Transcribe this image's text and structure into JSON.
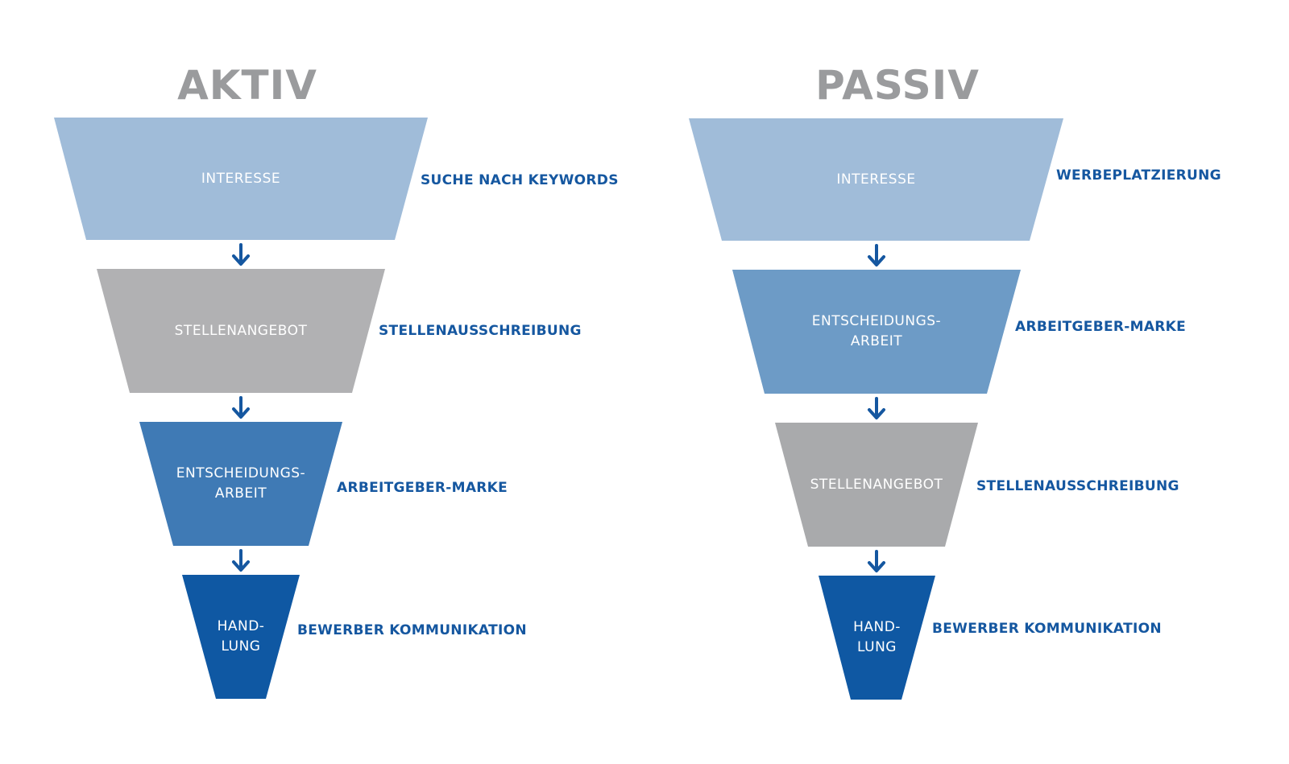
{
  "colors": {
    "light_blue": "#a0bcd9",
    "mid_blue": "#6d9bc6",
    "strong_blue": "#3f7ab5",
    "dark_blue": "#0f58a3",
    "grey": "#afb0b2",
    "title_grey": "#9a9b9d",
    "label_blue": "#1557a0"
  },
  "funnels": [
    {
      "title": "AKTIV",
      "stages": [
        {
          "text": "INTERESSE",
          "label": "SUCHE NACH KEYWORDS",
          "color": "#a0bcd9"
        },
        {
          "text": "STELLENANGEBOT",
          "label": "STELLENAUSSCHREIBUNG",
          "color": "#b1b1b3"
        },
        {
          "text": "ENTSCHEIDUNGS-\nARBEIT",
          "label": "ARBEITGEBER-MARKE",
          "color": "#3f7ab5"
        },
        {
          "text": "HAND-\nLUNG",
          "label": "BEWERBER KOMMUNIKATION",
          "color": "#0f58a3"
        }
      ]
    },
    {
      "title": "PASSIV",
      "stages": [
        {
          "text": "INTERESSE",
          "label": "WERBEPLATZIERUNG",
          "color": "#a0bcd9"
        },
        {
          "text": "ENTSCHEIDUNGS-\nARBEIT",
          "label": "ARBEITGEBER-MARKE",
          "color": "#6d9bc6"
        },
        {
          "text": "STELLENANGEBOT",
          "label": "STELLENAUSSCHREIBUNG",
          "color": "#a9aaac"
        },
        {
          "text": "HAND-\nLUNG",
          "label": "BEWERBER KOMMUNIKATION",
          "color": "#0f58a3"
        }
      ]
    }
  ]
}
